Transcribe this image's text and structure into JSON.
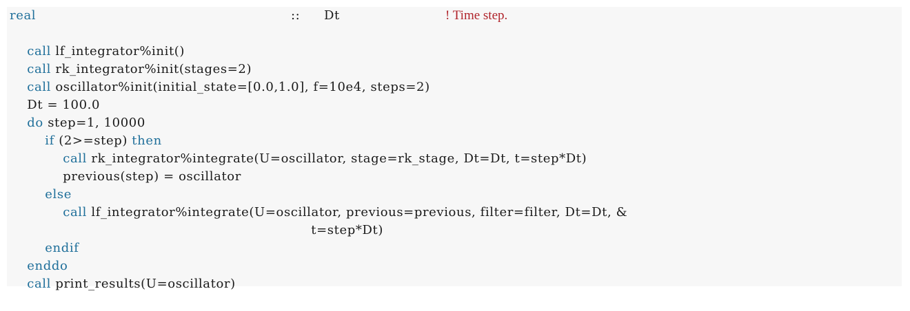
{
  "code": {
    "l1": {
      "kw": "real",
      "sep": "::",
      "name": "Dt",
      "comment": "! Time step."
    },
    "l2": {
      "kw": "call",
      "rest": "lf_integrator%init()"
    },
    "l3": {
      "kw": "call",
      "rest": "rk_integrator%init(stages=2)"
    },
    "l4": {
      "kw": "call",
      "rest": "oscillator%init(initial_state=[0.0,1.0], f=10e4, steps=2)"
    },
    "l5": {
      "text": "Dt = 100.0"
    },
    "l6": {
      "kw": "do",
      "rest": "step=1, 10000"
    },
    "l7": {
      "kw": "if",
      "cond": "(2>=step)",
      "kw2": "then"
    },
    "l8": {
      "kw": "call",
      "rest": "rk_integrator%integrate(U=oscillator, stage=rk_stage, Dt=Dt, t=step*Dt)"
    },
    "l9": {
      "text": "previous(step) = oscillator"
    },
    "l10": {
      "kw": "else"
    },
    "l11": {
      "kw": "call",
      "rest": "lf_integrator%integrate(U=oscillator, previous=previous, filter=filter, Dt=Dt, &"
    },
    "l12": {
      "text": "t=step*Dt)"
    },
    "l13": {
      "kw": "endif"
    },
    "l14": {
      "kw": "enddo"
    },
    "l15": {
      "kw": "call",
      "rest": "print_results(U=oscillator)"
    }
  }
}
